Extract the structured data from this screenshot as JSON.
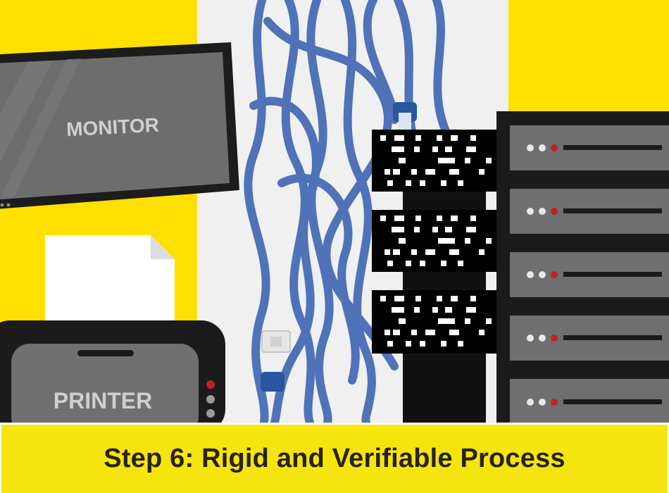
{
  "scene": {
    "monitor_label": "MONITOR",
    "printer_label": "PRINTER",
    "icons": [
      "monitor-icon",
      "paper-sheet-icon",
      "printer-icon",
      "network-cable-icon",
      "network-switch-icon",
      "server-rack-icon"
    ]
  },
  "caption": {
    "text": "Step 6: Rigid and Verifiable Process"
  },
  "colors": {
    "background_yellow": "#ffe000",
    "center_panel": "#f0f0f0",
    "cable_blue": "#4f72b8",
    "connector_blue": "#2a55a0",
    "caption_bar": "#f4e50f",
    "caption_text": "#2b2118",
    "server_dark": "#1b1b1b",
    "server_unit": "#6f6f6f",
    "status_red": "#c0202a"
  }
}
